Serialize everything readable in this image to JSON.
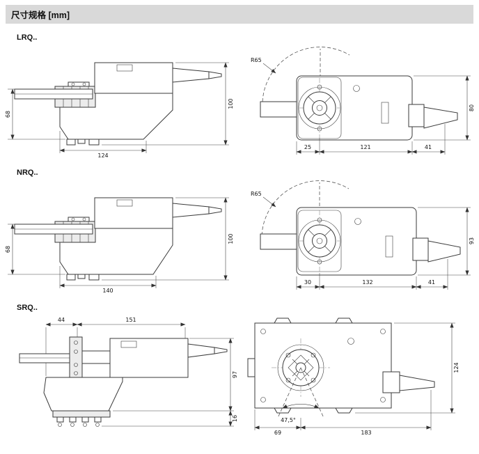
{
  "header": {
    "title": "尺寸规格 [mm]"
  },
  "sections": {
    "lrq": {
      "label": "LRQ..",
      "side": {
        "height": "68",
        "width": "124",
        "total_height": "100"
      },
      "top": {
        "radius": "R65",
        "height": "80",
        "seg1": "25",
        "seg2": "121",
        "seg3": "41"
      }
    },
    "nrq": {
      "label": "NRQ..",
      "side": {
        "height": "68",
        "width": "140",
        "total_height": "100"
      },
      "top": {
        "radius": "R65",
        "height": "93",
        "seg1": "30",
        "seg2": "132",
        "seg3": "41"
      }
    },
    "srq": {
      "label": "SRQ..",
      "side": {
        "top1": "44",
        "top2": "151",
        "height": "97",
        "base_height": "16"
      },
      "top": {
        "height": "124",
        "seg1": "69",
        "seg2": "183",
        "angle": "47,5°"
      }
    }
  }
}
